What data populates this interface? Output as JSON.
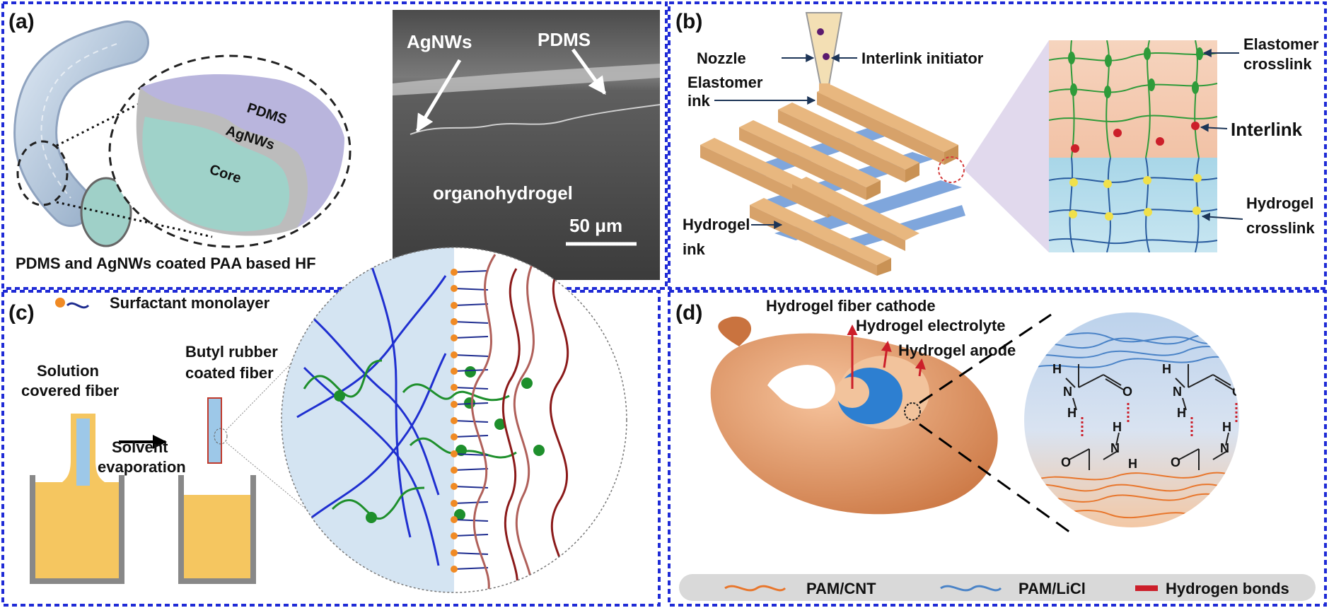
{
  "panels": {
    "a": {
      "label": "(a)",
      "caption": "PDMS and AgNWs coated PAA based HF",
      "layers": {
        "outer": "PDMS",
        "middle": "AgNWs",
        "inner": "Core"
      },
      "sem": {
        "agnws": "AgNWs",
        "pdms": "PDMS",
        "body": "organohydrogel",
        "scale": "50 μm"
      }
    },
    "b": {
      "label": "(b)",
      "nozzle": "Nozzle",
      "initiator": "Interlink initiator",
      "elastomer_ink_1": "Elastomer",
      "elastomer_ink_2": "ink",
      "hydrogel_ink_1": "Hydrogel",
      "hydrogel_ink_2": "ink",
      "elastomer_crosslink_1": "Elastomer",
      "elastomer_crosslink_2": "crosslink",
      "interlink": "Interlink",
      "hydrogel_crosslink_1": "Hydrogel",
      "hydrogel_crosslink_2": "crosslink"
    },
    "c": {
      "label": "(c)",
      "legend": "Surfactant monolayer",
      "solution_1": "Solution",
      "solution_2": "covered fiber",
      "butyl_1": "Butyl rubber",
      "butyl_2": "coated fiber",
      "solvent_1": "Solvent",
      "solvent_2": "evaporation"
    },
    "d": {
      "label": "(d)",
      "cathode": "Hydrogel fiber cathode",
      "electrolyte": "Hydrogel electrolyte",
      "anode": "Hydrogel anode",
      "legend": [
        "PAM/CNT",
        "PAM/LiCl",
        "Hydrogen bonds"
      ],
      "atoms": {
        "H": "H",
        "N": "N",
        "O": "O"
      }
    }
  },
  "colors": {
    "border": "#1f2bd6",
    "wood": "#e8b77f",
    "hydrogel_blue": "#7fa6dc",
    "elastomer_green": "#2f9b3a",
    "hydrogen_bond": "#cc1f2a",
    "fiber_orange": "#d98a55"
  }
}
